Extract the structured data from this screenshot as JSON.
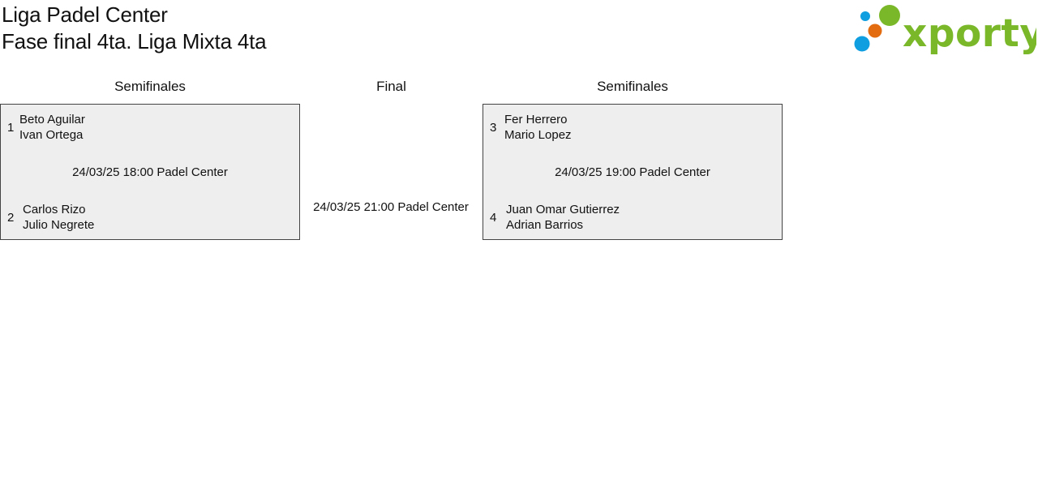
{
  "header": {
    "club_name": "Liga Padel Center",
    "phase_title": "Fase final 4ta. Liga Mixta 4ta"
  },
  "logo": {
    "text": "xporty",
    "colors": {
      "blue": "#0f9ee0",
      "orange": "#e36c10",
      "green": "#7ab82a"
    }
  },
  "bracket": {
    "left_heading": "Semifinales",
    "center_heading": "Final",
    "right_heading": "Semifinales",
    "left_match": {
      "team_a": {
        "seed": "1",
        "player_1": "Beto Aguilar",
        "player_2": "Ivan Ortega"
      },
      "info": "24/03/25 18:00 Padel Center",
      "team_b": {
        "seed": "2",
        "player_1": "Carlos Rizo",
        "player_2": "Julio Negrete"
      }
    },
    "final_match": {
      "info": "24/03/25 21:00 Padel Center"
    },
    "right_match": {
      "team_a": {
        "seed": "3",
        "player_1": "Fer Herrero",
        "player_2": "Mario Lopez"
      },
      "info": "24/03/25 19:00 Padel Center",
      "team_b": {
        "seed": "4",
        "player_1": "Juan Omar Gutierrez",
        "player_2": "Adrian Barrios"
      }
    }
  }
}
